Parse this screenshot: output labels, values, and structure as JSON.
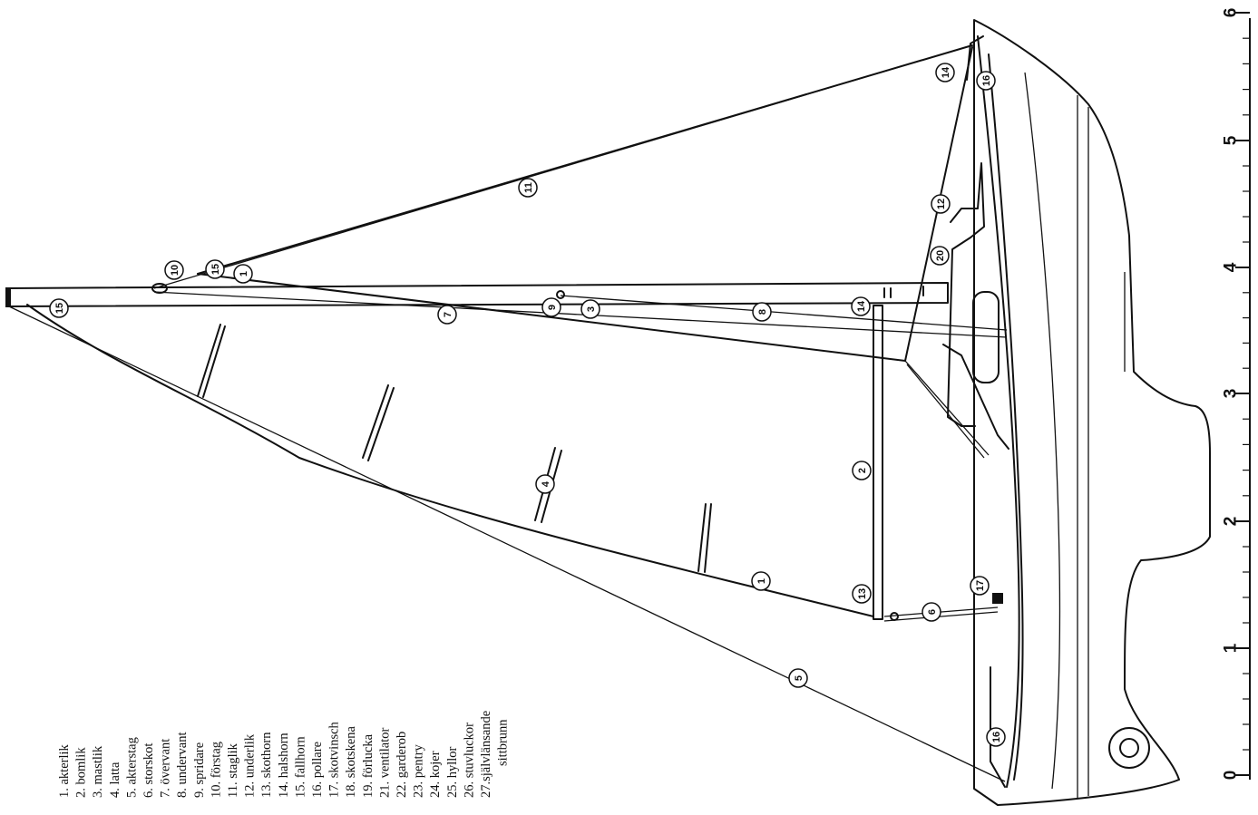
{
  "legend": [
    "1. akterlik",
    "2. bomlik",
    "3. mastlik",
    "4. latta",
    "5. akterstag",
    "6. storskot",
    "7. övervant",
    "8. undervant",
    "9. spridare",
    "10. förstag",
    "11. staglik",
    "12. underlik",
    "13. skothorn",
    "14. halshorn",
    "15. fallhorn",
    "16. pollare",
    "17. skotvinsch",
    "18. skotskena",
    "19. förlucka",
    "21. ventilator",
    "22. garderob",
    "23. pentry",
    "24. kojer",
    "25. hyllor",
    "26. stuvluckor",
    "27.självlänsande",
    "sittbrunn"
  ],
  "callouts": [
    "15",
    "10",
    "15",
    "1",
    "11",
    "14",
    "16",
    "12",
    "20",
    "14",
    "7",
    "9",
    "3",
    "8",
    "2",
    "4",
    "1",
    "13",
    "17",
    "6",
    "5",
    "16"
  ],
  "scale": [
    "6",
    "5",
    "4",
    "3",
    "2",
    "1",
    "0"
  ]
}
